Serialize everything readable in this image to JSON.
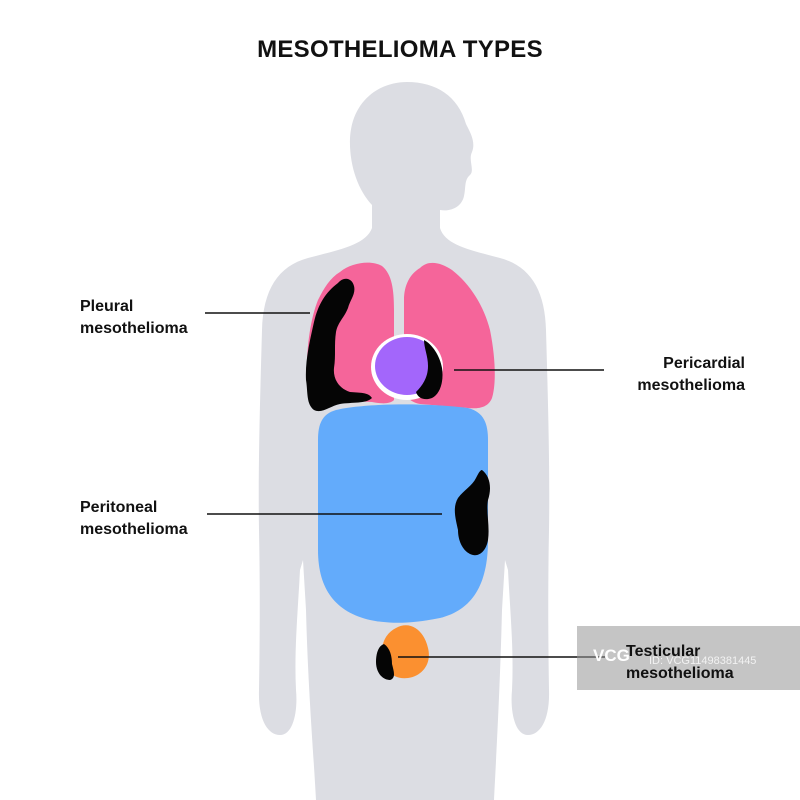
{
  "title": "MESOTHELIOMA TYPES",
  "labels": {
    "pleural": {
      "line1": "Pleural",
      "line2": "mesothelioma"
    },
    "pericardial": {
      "line1": "Pericardial",
      "line2": "mesothelioma"
    },
    "peritoneal": {
      "line1": "Peritoneal",
      "line2": "mesothelioma"
    },
    "testicular": {
      "line1": "Testicular",
      "line2": "mesothelioma"
    }
  },
  "watermark": {
    "logo": "VCG",
    "id": "ID: VCG11498381445"
  },
  "colors": {
    "body": "#dcdde3",
    "lungs": "#f5659a",
    "heart": "#a366fb",
    "abdomen": "#63abfb",
    "testis": "#fb9030",
    "tumor": "#050505",
    "text": "#111111"
  },
  "icons": [
    "human-silhouette",
    "lungs",
    "heart",
    "abdomen",
    "testis",
    "tumor"
  ]
}
